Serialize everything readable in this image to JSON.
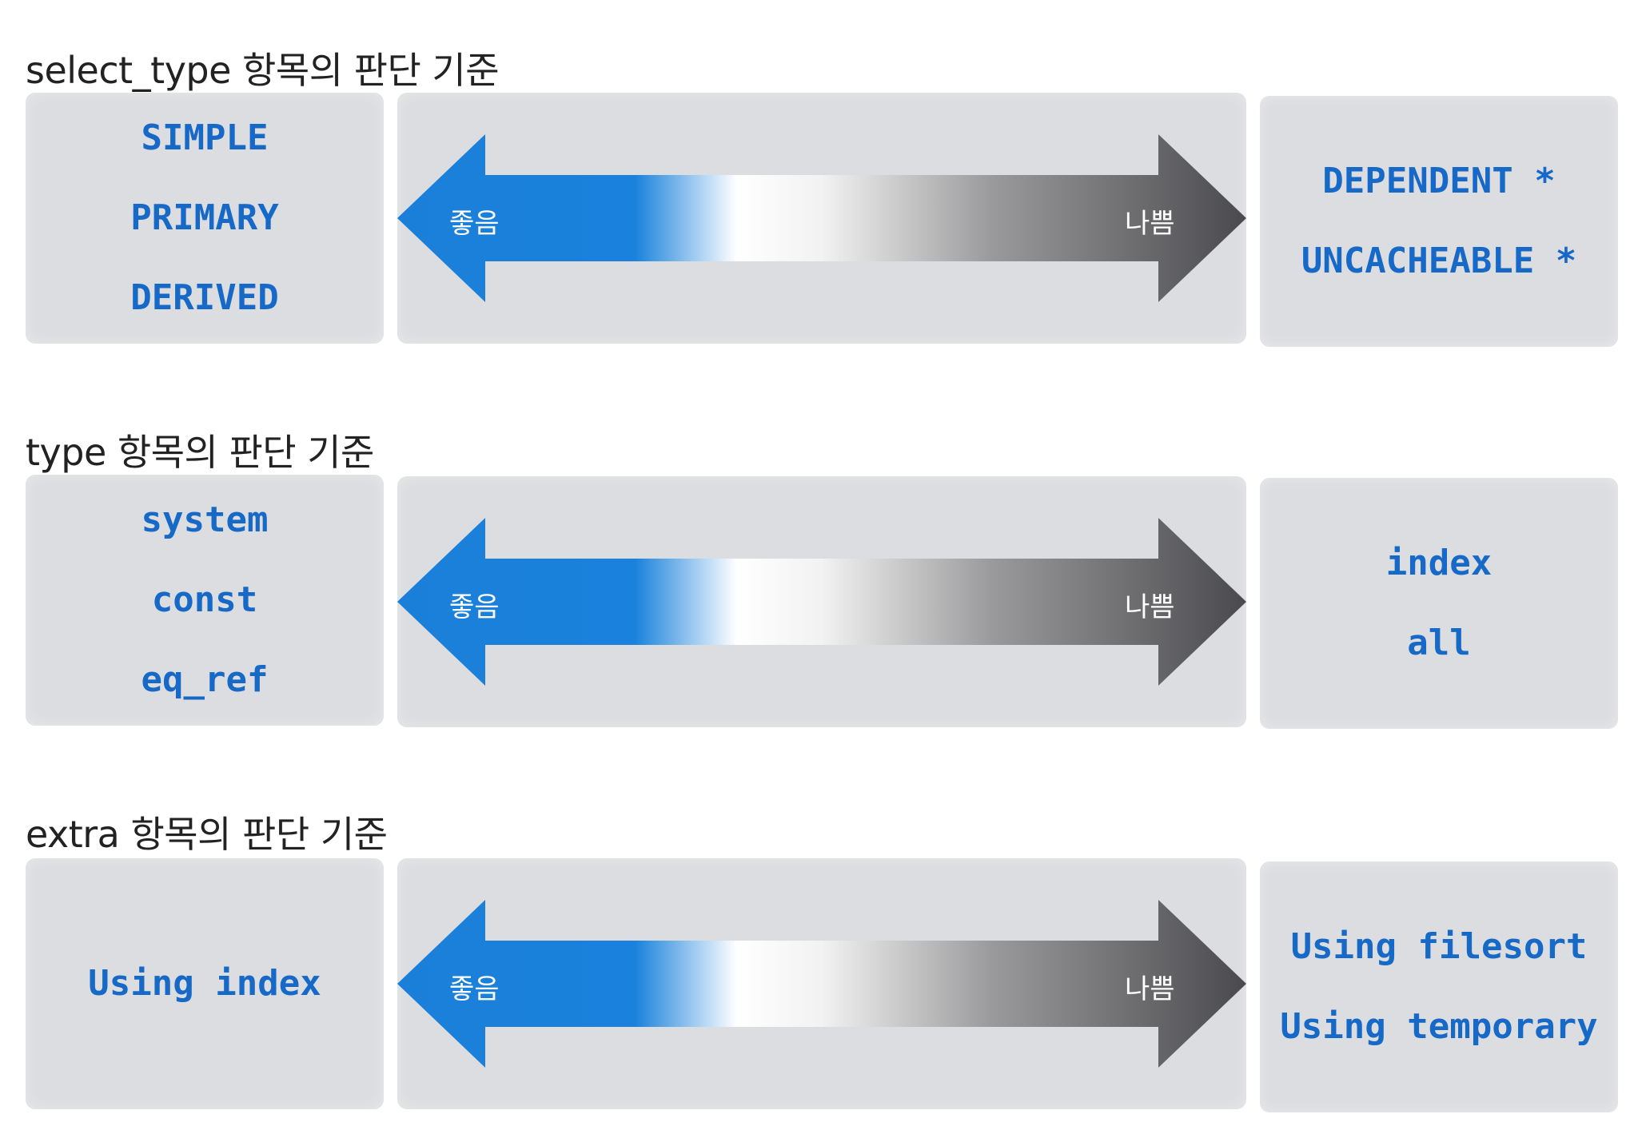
{
  "sections": [
    {
      "title": "select_type 항목의 판단 기준",
      "good_items": [
        "SIMPLE",
        "PRIMARY",
        "DERIVED"
      ],
      "bad_items": [
        "DEPENDENT *",
        "UNCACHEABLE *"
      ],
      "good_label": "좋음",
      "bad_label": "나쁨"
    },
    {
      "title": "type 항목의 판단 기준",
      "good_items": [
        "system",
        "const",
        "eq_ref"
      ],
      "bad_items": [
        "index",
        "all"
      ],
      "good_label": "좋음",
      "bad_label": "나쁨"
    },
    {
      "title": "extra 항목의 판단 기준",
      "good_items": [
        "Using index"
      ],
      "bad_items": [
        "Using filesort",
        "Using temporary"
      ],
      "good_label": "좋음",
      "bad_label": "나쁨"
    }
  ],
  "colors": {
    "accent_blue": "#1769c7",
    "arrow_blue": "#1a7fd9",
    "arrow_dark": "#4a4a4e",
    "box_bg": "#dcdde0",
    "title_text": "#222222"
  }
}
